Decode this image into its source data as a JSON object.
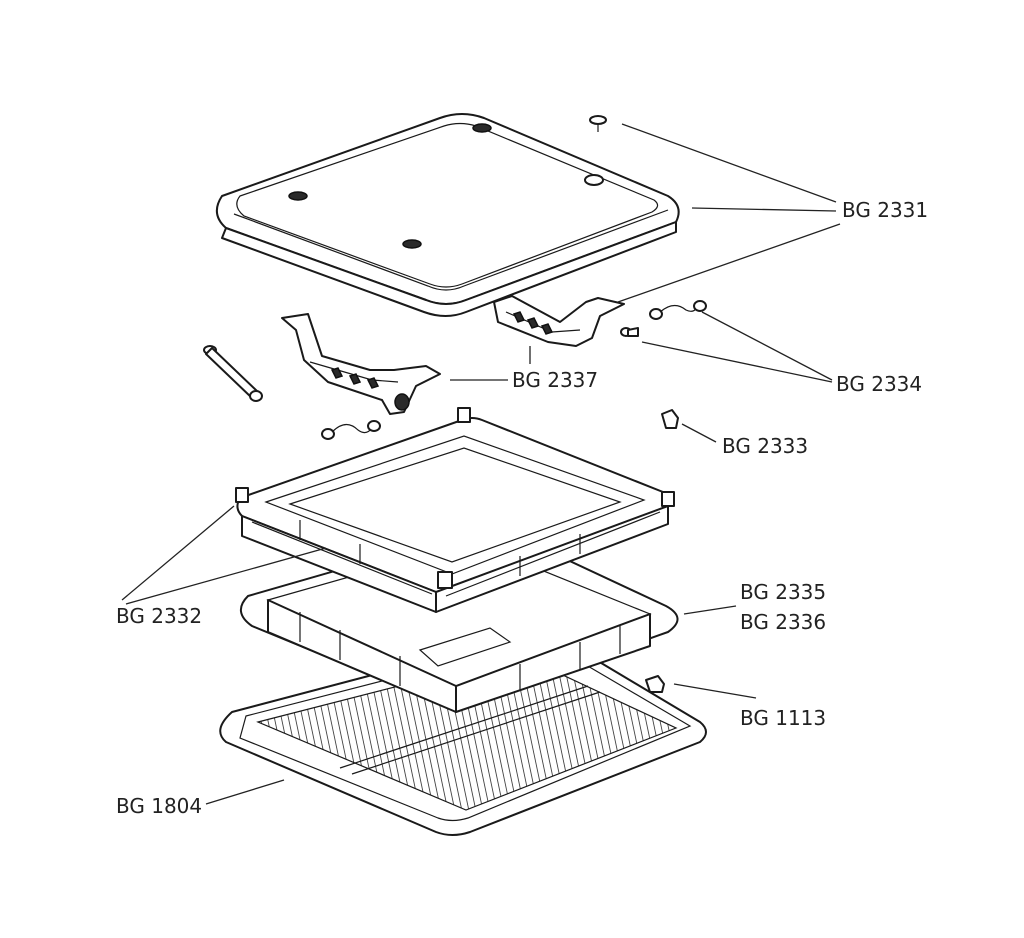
{
  "labels": {
    "bg2331": "BG 2331",
    "bg2334": "BG 2334",
    "bg2337": "BG 2337",
    "bg2333": "BG 2333",
    "bg2332": "BG 2332",
    "bg2335": "BG 2335",
    "bg2336": "BG 2336",
    "bg1113": "BG 1113",
    "bg1804": "BG 1804"
  }
}
